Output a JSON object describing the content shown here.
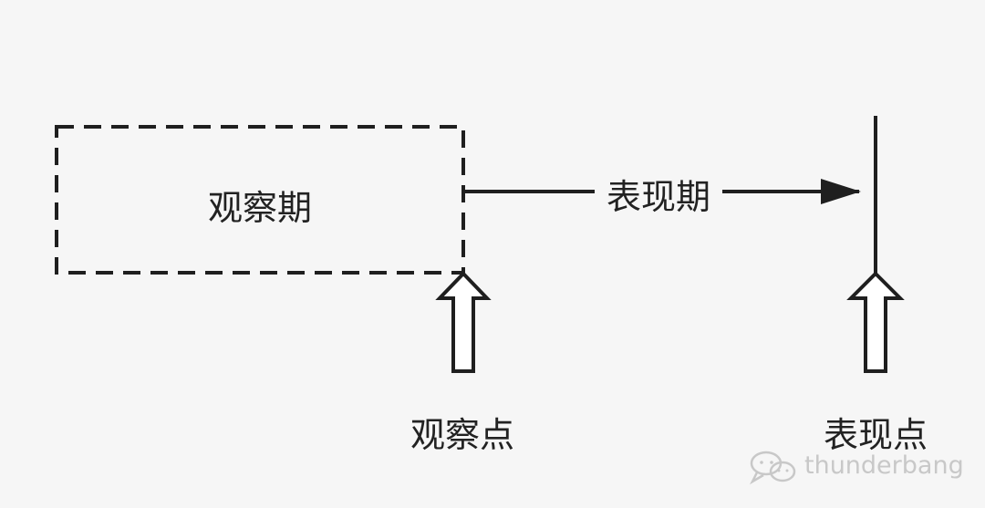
{
  "diagram": {
    "observation_period_label": "观察期",
    "performance_period_label": "表现期",
    "observation_point_label": "观察点",
    "performance_point_label": "表现点"
  },
  "watermark": {
    "text": "thunderbang",
    "icon": "wechat-icon"
  },
  "colors": {
    "background": "#f6f6f6",
    "stroke": "#1f1f1f",
    "label": "#222222",
    "watermark": "#c8c8c8"
  }
}
